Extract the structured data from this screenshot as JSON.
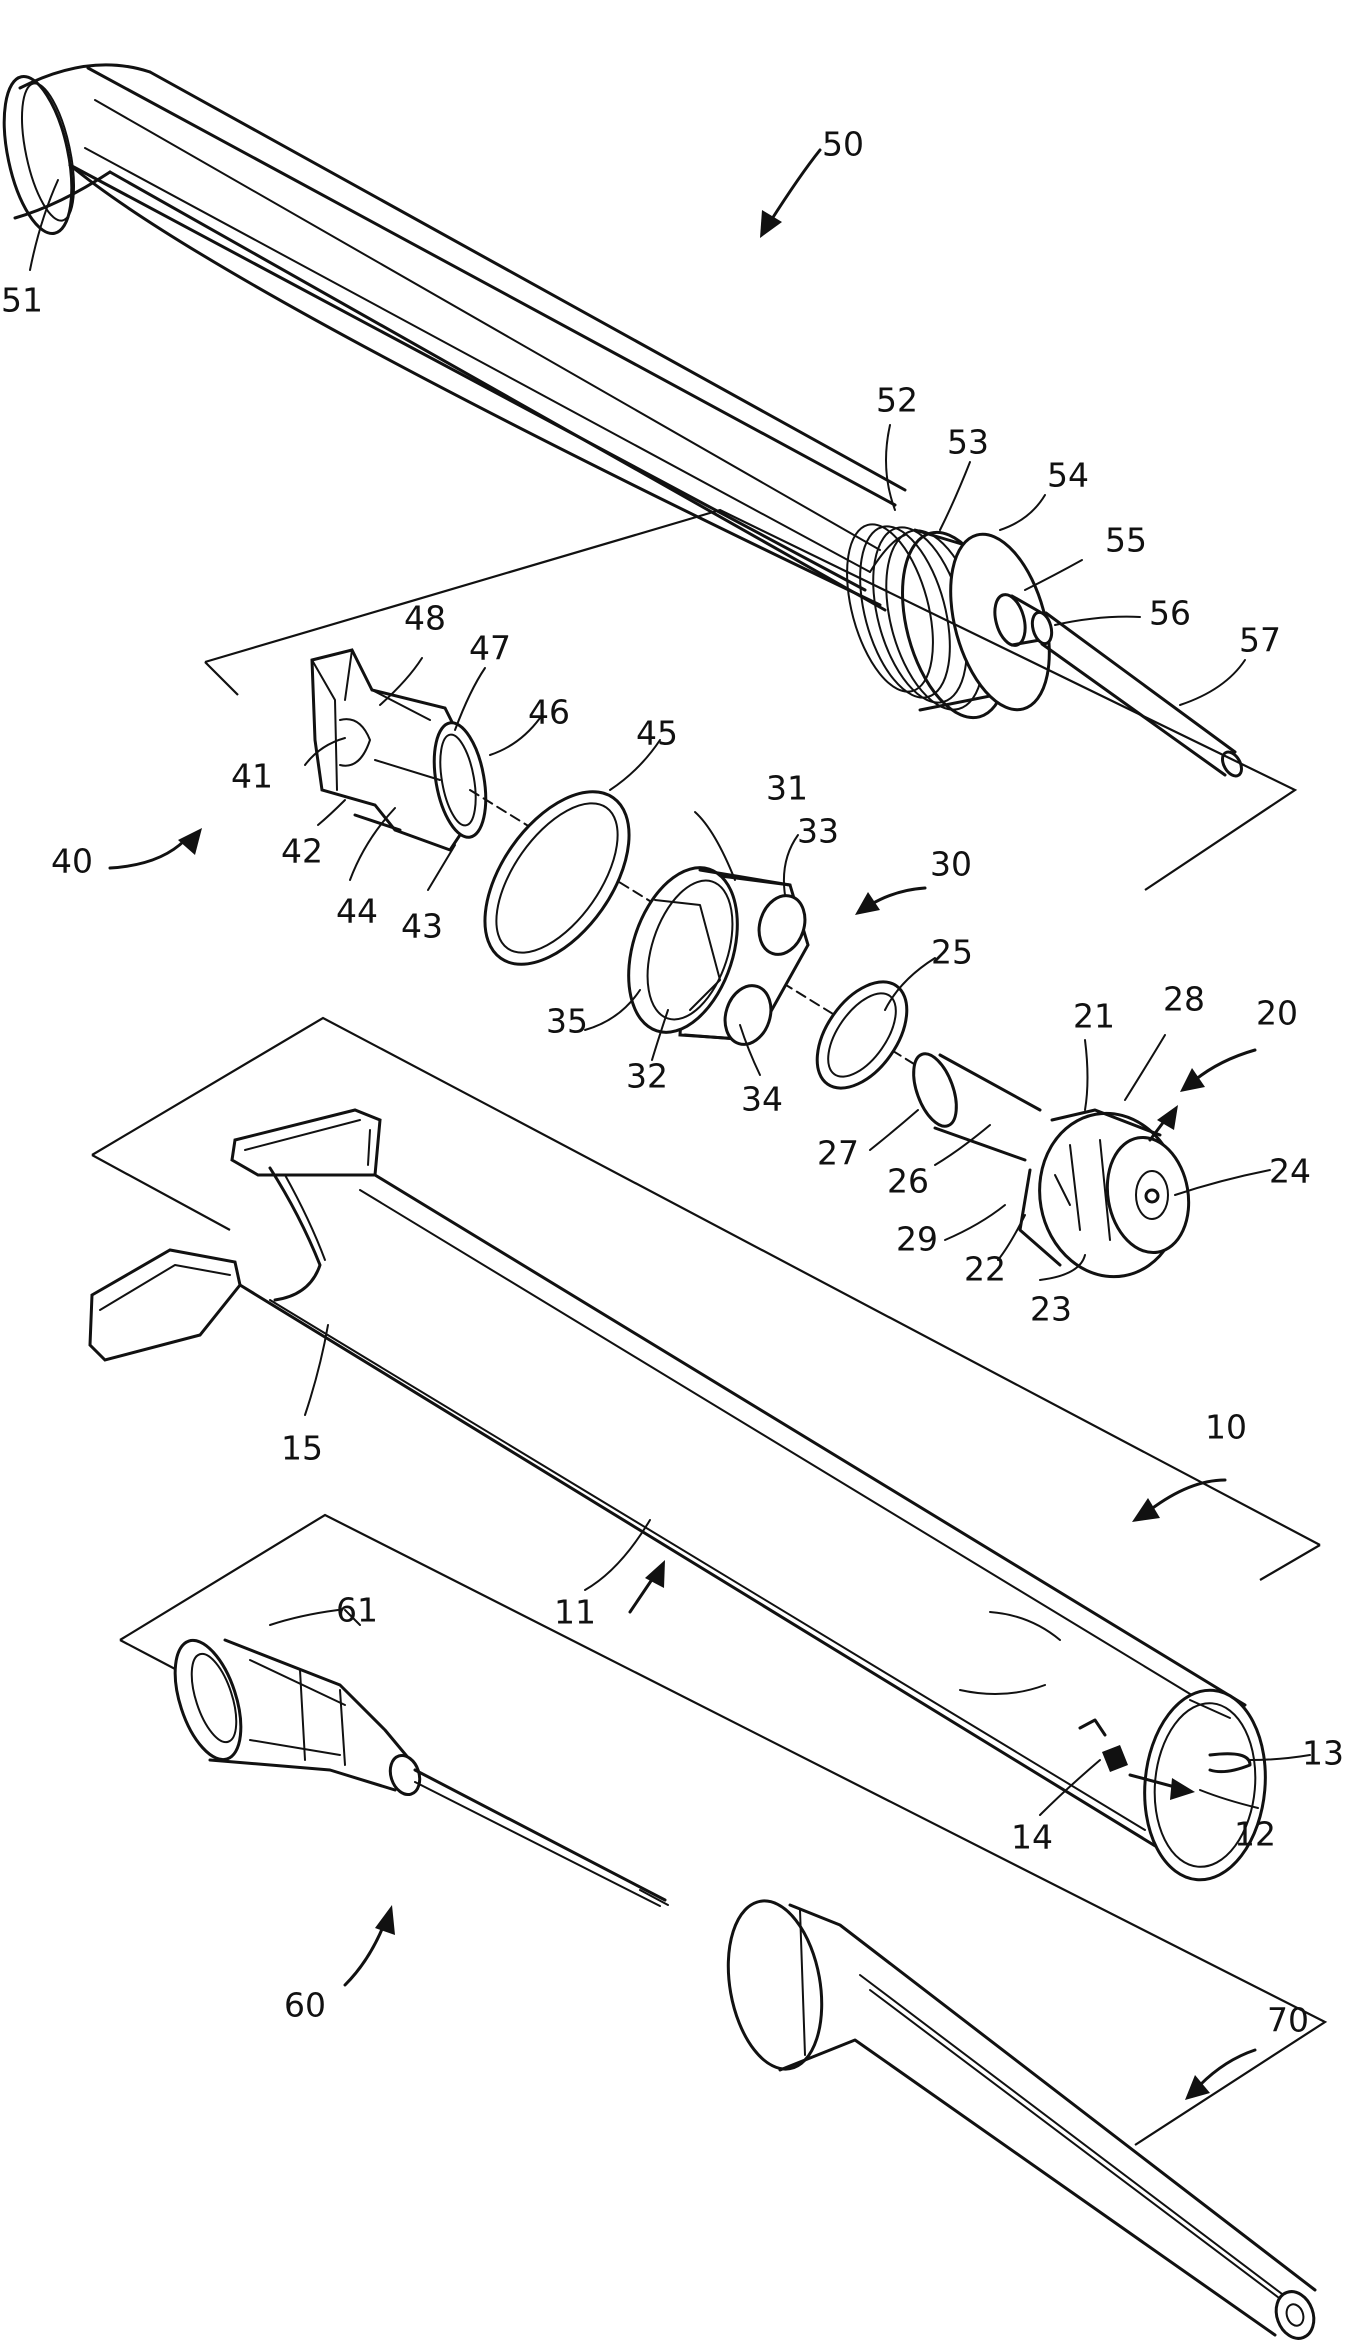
{
  "figure": {
    "assemblies": [
      {
        "id": "10",
        "parts": [
          "11",
          "12",
          "13",
          "14",
          "15"
        ]
      },
      {
        "id": "20",
        "parts": [
          "21",
          "22",
          "23",
          "24",
          "25",
          "26",
          "27",
          "28",
          "29"
        ]
      },
      {
        "id": "30",
        "parts": [
          "31",
          "32",
          "33",
          "34",
          "35"
        ]
      },
      {
        "id": "40",
        "parts": [
          "41",
          "42",
          "43",
          "44",
          "45",
          "46",
          "47",
          "48"
        ]
      },
      {
        "id": "50",
        "parts": [
          "51",
          "52",
          "53",
          "54",
          "55",
          "56",
          "57"
        ]
      },
      {
        "id": "60",
        "parts": [
          "61"
        ]
      },
      {
        "id": "70",
        "parts": []
      }
    ],
    "labels": {
      "n10": "10",
      "n11": "11",
      "n12": "12",
      "n13": "13",
      "n14": "14",
      "n15": "15",
      "n20": "20",
      "n21": "21",
      "n22": "22",
      "n23": "23",
      "n24": "24",
      "n25": "25",
      "n26": "26",
      "n27": "27",
      "n28": "28",
      "n29": "29",
      "n30": "30",
      "n31": "31",
      "n32": "32",
      "n33": "33",
      "n34": "34",
      "n35": "35",
      "n40": "40",
      "n41": "41",
      "n42": "42",
      "n43": "43",
      "n44": "44",
      "n45": "45",
      "n46": "46",
      "n47": "47",
      "n48": "48",
      "n50": "50",
      "n51": "51",
      "n52": "52",
      "n53": "53",
      "n54": "54",
      "n55": "55",
      "n56": "56",
      "n57": "57",
      "n60": "60",
      "n61": "61",
      "n70": "70"
    }
  }
}
